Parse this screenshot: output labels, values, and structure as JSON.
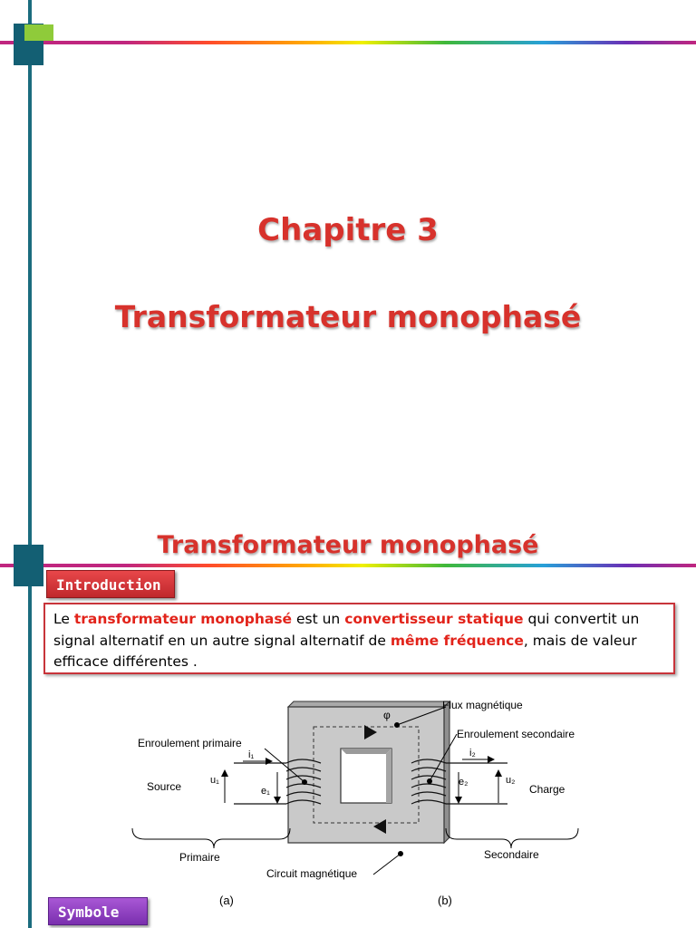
{
  "slide1": {
    "chapter": "Chapitre 3",
    "title": "Transformateur monophasé"
  },
  "slide2": {
    "title": "Transformateur monophasé",
    "intro_label": "Introduction",
    "definition": {
      "t1": "Le ",
      "h1": "transformateur monophasé",
      "t2": " est un ",
      "h2": "convertisseur statique",
      "t3": " qui convertit un signal alternatif en un autre signal alternatif de ",
      "h3": "même fréquence",
      "t4": ", mais de valeur efficace différentes ."
    },
    "diagram": {
      "flux": "Flux magnétique",
      "phi": "φ",
      "primary_winding": "Enroulement primaire",
      "secondary_winding": "Enroulement secondaire",
      "i1": "i₁",
      "i2": "i₂",
      "u1": "u₁",
      "u2": "u₂",
      "e1": "e₁",
      "e2": "e₂",
      "source": "Source",
      "charge": "Charge",
      "primaire": "Primaire",
      "secondaire": "Secondaire",
      "circuit": "Circuit magnétique"
    },
    "label_a": "(a)",
    "label_b": "(b)",
    "symbole_label": "Symbole"
  },
  "colors": {
    "title_red": "#d7322c",
    "highlight_red": "#e2231a",
    "teal": "#135f73",
    "green": "#8fcb3a",
    "intro_badge": "#c0282c",
    "symbole_badge": "#7a2fae"
  }
}
